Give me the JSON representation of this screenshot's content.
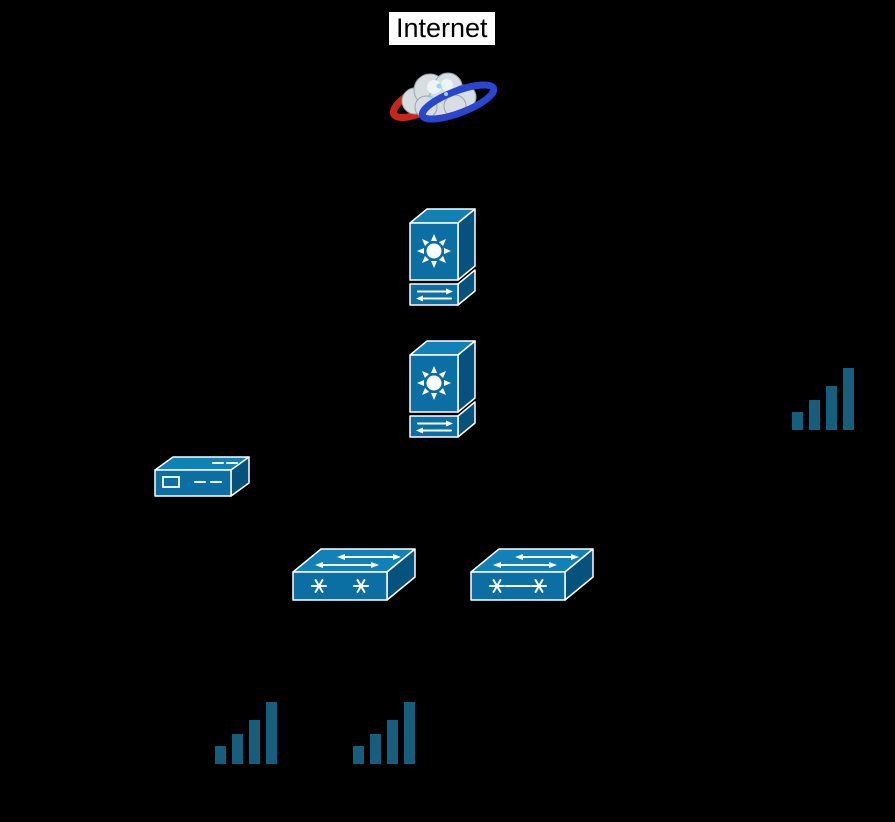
{
  "colors": {
    "background": "#000000",
    "label-bg": "#ffffff",
    "label-text": "#000000",
    "device-blue": "#0c6fa4",
    "device-top": "#1181b8",
    "device-side": "#07527c",
    "device-symbol": "#ffffff",
    "signal-teal": "#175e7c",
    "cloud-gray": "#d7dde1",
    "cloud-red": "#c5271b",
    "cloud-blue": "#2946cf"
  },
  "diagram": {
    "title": "Internet",
    "nodes": [
      {
        "name": "internet-cloud",
        "icon": "internet-cloud-icon"
      },
      {
        "name": "core-switch-upper",
        "icon": "multilayer-switch-icon"
      },
      {
        "name": "core-switch-lower",
        "icon": "multilayer-switch-icon"
      },
      {
        "name": "router-appliance",
        "icon": "router-icon"
      },
      {
        "name": "access-switch-left",
        "icon": "switch-icon"
      },
      {
        "name": "access-switch-right",
        "icon": "switch-icon"
      },
      {
        "name": "signal-bars-right",
        "icon": "signal-bars-icon"
      },
      {
        "name": "signal-bars-bottom-left",
        "icon": "signal-bars-icon"
      },
      {
        "name": "signal-bars-bottom-center",
        "icon": "signal-bars-icon"
      }
    ]
  }
}
